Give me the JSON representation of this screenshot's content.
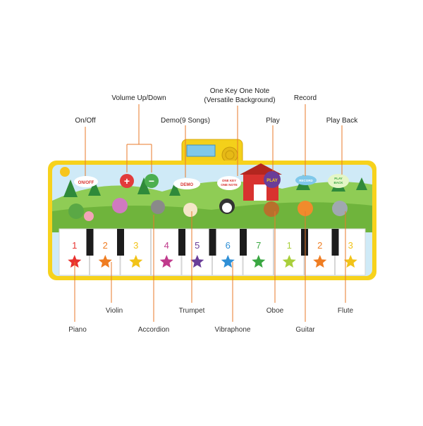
{
  "callouts_top": {
    "on_off": "On/Off",
    "volume": "Volume Up/Down",
    "demo": "Demo(9 Songs)",
    "one_key_line1": "One Key One Note",
    "one_key_line2": "(Versatile Background)",
    "play": "Play",
    "record": "Record",
    "play_back": "Play Back"
  },
  "callouts_bottom": {
    "piano": "Piano",
    "violin": "Violin",
    "accordion": "Accordion",
    "trumpet": "Trumpet",
    "vibraphone": "Vibraphone",
    "oboe": "Oboe",
    "guitar": "Guitar",
    "flute": "Flute"
  },
  "mat_buttons": {
    "on_off": "ON/OFF",
    "plus": "+",
    "minus": "−",
    "demo": "DEMO",
    "one_key_line1": "ONE KEY",
    "one_key_line2": "ONE NOTE",
    "play": "PLAY",
    "record": "RECORD",
    "play_back_line1": "PLAY",
    "play_back_line2": "BACK"
  },
  "keys": [
    {
      "num": "1",
      "color": "#e8322e"
    },
    {
      "num": "2",
      "color": "#ef7d22"
    },
    {
      "num": "3",
      "color": "#f2c318"
    },
    {
      "num": "4",
      "color": "#c03a8c"
    },
    {
      "num": "5",
      "color": "#6a3d98"
    },
    {
      "num": "6",
      "color": "#2f8fd6"
    },
    {
      "num": "7",
      "color": "#3aa742"
    },
    {
      "num": "1",
      "color": "#a9cf3b"
    },
    {
      "num": "2",
      "color": "#ef7d22"
    },
    {
      "num": "3",
      "color": "#f2c318"
    }
  ],
  "colors": {
    "callout_line": "#e87a2a",
    "mat_border": "#f7d21c",
    "sky": "#cfeaf7",
    "grass": "#7bc043",
    "panel": "#f4d01a"
  }
}
